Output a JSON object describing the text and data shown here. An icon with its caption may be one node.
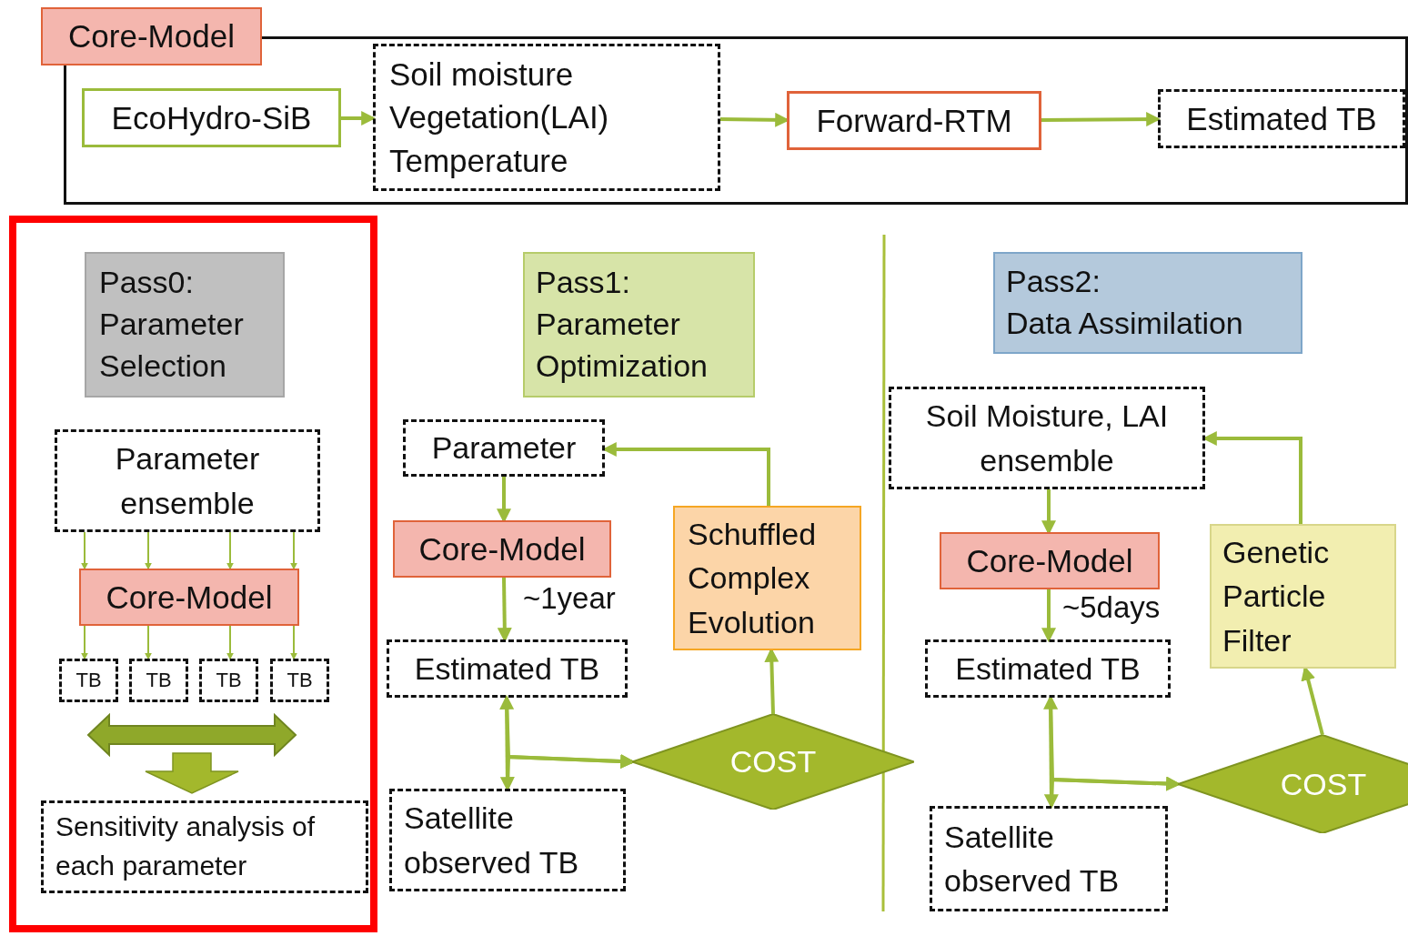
{
  "diagram": {
    "nodes": [
      {
        "text": [
          "Core-Model"
        ]
      },
      {
        "text": [
          "EcoHydro-SiB"
        ],
        "in": 0
      },
      {
        "text": [
          "Soil moisture",
          "Vegetation(LAI)",
          "Temperature"
        ],
        "in": 0
      },
      {
        "text": [
          "Forward-RTM"
        ],
        "in": 0
      },
      {
        "text": [
          "Estimated TB"
        ],
        "in": 0
      },
      {
        "text": [],
        "shape": "box"
      },
      {
        "text": [
          "Pass0:",
          "Parameter Selection"
        ],
        "in": 5
      },
      {
        "text": [
          "Parameter ensemble"
        ],
        "in": 5
      },
      {
        "text": [
          "Core-Model"
        ],
        "in": 5
      },
      {
        "text": [
          "TB"
        ],
        "in": 5
      },
      {
        "text": [
          "TB"
        ],
        "in": 5
      },
      {
        "text": [
          "TB"
        ],
        "in": 5
      },
      {
        "text": [
          "TB"
        ],
        "in": 5
      },
      {
        "text": [
          "Sensitivity analysis of each parameter"
        ],
        "in": 5
      },
      {
        "text": [
          "Pass1:",
          "Parameter Optimization"
        ]
      },
      {
        "text": [
          "Parameter"
        ]
      },
      {
        "text": [
          "Core-Model"
        ]
      },
      {
        "text": [
          "Estimated TB"
        ]
      },
      {
        "text": [
          "Satellite observed TB"
        ]
      },
      {
        "text": [
          "Schuffled Complex Evolution"
        ]
      },
      {
        "text": [
          "COST"
        ]
      },
      {
        "text": [
          "Pass2:",
          "Data Assimilation"
        ]
      },
      {
        "text": [
          "Soil Moisture, LAI ensemble"
        ]
      },
      {
        "text": [
          "Core-Model"
        ]
      },
      {
        "text": [
          "Estimated TB"
        ]
      },
      {
        "text": [
          "Satellite observed TB"
        ]
      },
      {
        "text": [
          "Genetic Particle Filter"
        ]
      },
      {
        "text": [
          "COST"
        ]
      }
    ],
    "edges": [
      {
        "from": 1,
        "to": 2,
        "arrow": "to"
      },
      {
        "from": 2,
        "to": 3,
        "arrow": "to"
      },
      {
        "from": 3,
        "to": 4,
        "arrow": "to"
      },
      {
        "from": 7,
        "to": 8,
        "arrow": "to"
      },
      {
        "from": 7,
        "to": 8,
        "arrow": "to"
      },
      {
        "from": 7,
        "to": 8,
        "arrow": "to"
      },
      {
        "from": 7,
        "to": 8,
        "arrow": "to"
      },
      {
        "from": 8,
        "to": 9,
        "arrow": "to"
      },
      {
        "from": 8,
        "to": 10,
        "arrow": "to"
      },
      {
        "from": 8,
        "to": 11,
        "arrow": "to"
      },
      {
        "from": 8,
        "to": 12,
        "arrow": "to"
      },
      {
        "from": 15,
        "to": 16,
        "arrow": "to"
      },
      {
        "from": 16,
        "to": 17,
        "arrow": "to",
        "label": "~1year"
      },
      {
        "from": 17,
        "to": 18,
        "arrow": "both"
      },
      {
        "from": 17,
        "to": 20,
        "arrow": "to"
      },
      {
        "from": 18,
        "to": 20,
        "arrow": "to"
      },
      {
        "from": 20,
        "to": 19,
        "arrow": "to"
      },
      {
        "from": 19,
        "to": 15,
        "arrow": "to"
      },
      {
        "from": 22,
        "to": 23,
        "arrow": "to"
      },
      {
        "from": 23,
        "to": 24,
        "arrow": "to",
        "label": "~5days"
      },
      {
        "from": 24,
        "to": 25,
        "arrow": "both"
      },
      {
        "from": 24,
        "to": 27,
        "arrow": "to"
      },
      {
        "from": 25,
        "to": 27,
        "arrow": "to"
      },
      {
        "from": 27,
        "to": 26,
        "arrow": "to"
      },
      {
        "from": 26,
        "to": 22,
        "arrow": "to"
      }
    ]
  }
}
